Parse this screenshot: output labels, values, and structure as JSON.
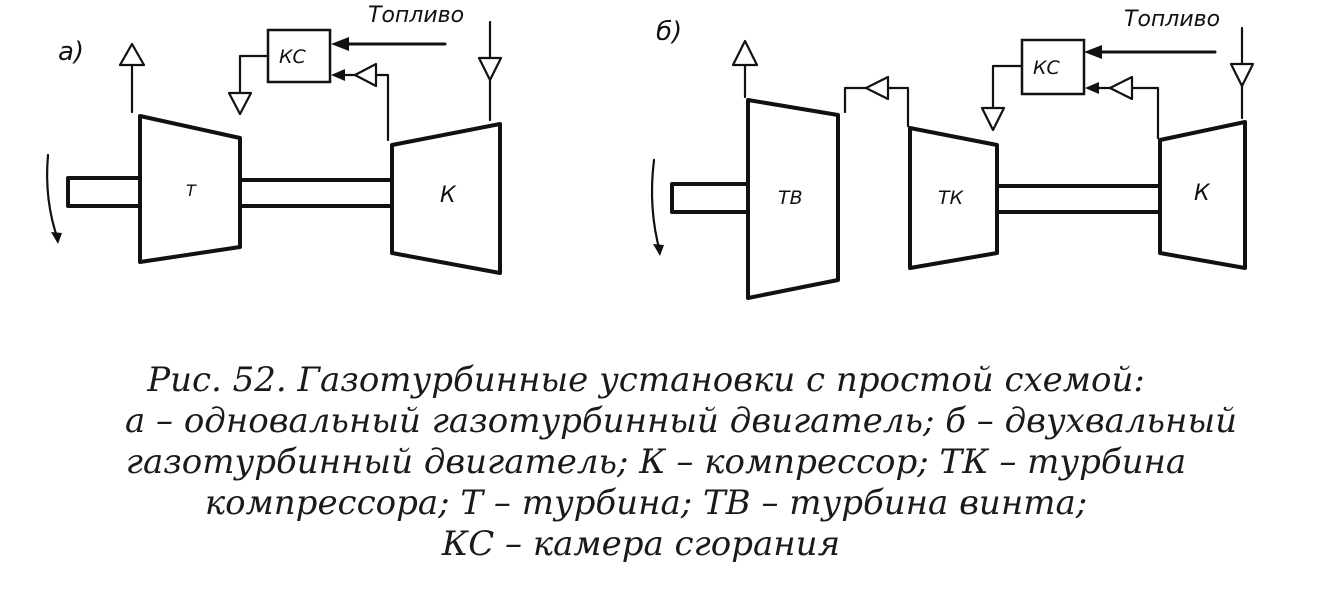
{
  "diagram_a": {
    "panel_label": "а)",
    "fuel_label": "Топливо",
    "combustor_label": "КС",
    "turbine_label": "Т",
    "compressor_label": "К"
  },
  "diagram_b": {
    "panel_label": "б)",
    "fuel_label": "Топливо",
    "combustor_label": "КС",
    "propeller_turbine_label": "ТВ",
    "compressor_turbine_label": "ТК",
    "compressor_label": "К"
  },
  "caption": {
    "line1": "Рис. 52. Газотурбинные установки с простой схемой:",
    "line2": "а – одновальный газотурбинный двигатель;  б – двухвальный",
    "line3": "газотурбинный двигатель;  К – компрессор;  ТК – турбина",
    "line4": "компрессора;  Т – турбина; ТВ – турбина винта;",
    "line5": "КС – камера сгорания"
  }
}
